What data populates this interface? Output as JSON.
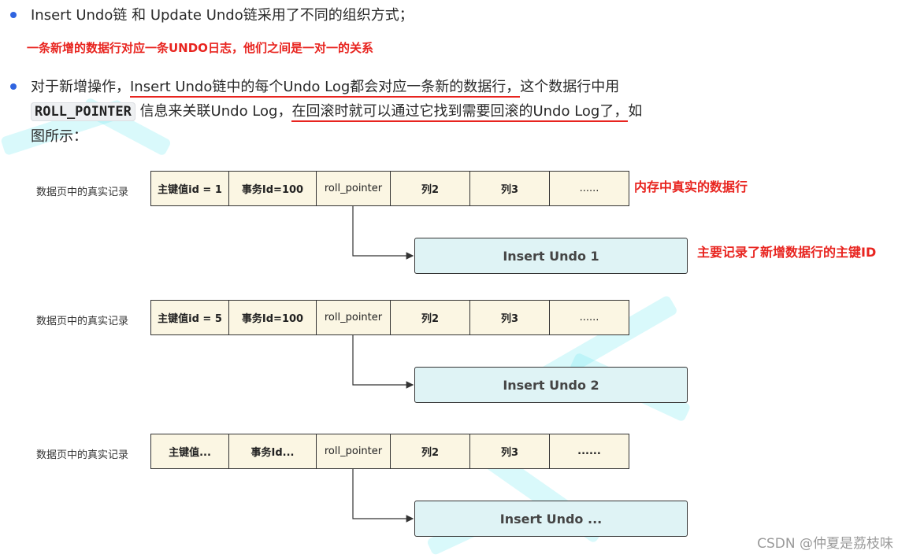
{
  "bullets": {
    "b1_text": "Insert Undo链 和 Update Undo链采用了不同的组织方式；",
    "red_note": "一条新增的数据行对应一条UNDO日志，他们之间是一对一的关系",
    "b2_part1": "对于新增操作，",
    "b2_underline1": "Insert Undo链中的每个Undo Log都会对应一条新的数据行，",
    "b2_part2": "这个数据行中用",
    "b2_code": "ROLL_POINTER",
    "b2_part3": "信息来关联Undo Log，",
    "b2_underline2": "在回滚时就可以通过它找到需要回滚的Undo Log了，",
    "b2_part4": "如",
    "b2_part5": "图所示："
  },
  "diagram": {
    "row_label": "数据页中的真实记录",
    "records": [
      {
        "cells": [
          "主键值id = 1",
          "事务Id=100",
          "roll_pointer",
          "列2",
          "列3",
          "......"
        ],
        "undo": "Insert Undo 1"
      },
      {
        "cells": [
          "主键值id = 5",
          "事务Id=100",
          "roll_pointer",
          "列2",
          "列3",
          "......"
        ],
        "undo": "Insert Undo 2"
      },
      {
        "cells": [
          "主键值...",
          "事务Id...",
          "roll_pointer",
          "列2",
          "列3",
          "......"
        ],
        "undo": "Insert Undo ..."
      }
    ],
    "annotation_row": "内存中真实的数据行",
    "annotation_undo": "主要记录了新增数据行的主键ID"
  },
  "footer": "CSDN @仲夏是荔枝味",
  "colors": {
    "accent_red": "#e8241f",
    "bullet_blue": "#2f64e0",
    "record_bg": "#fbf6e3",
    "undo_bg": "#dff3f5"
  }
}
